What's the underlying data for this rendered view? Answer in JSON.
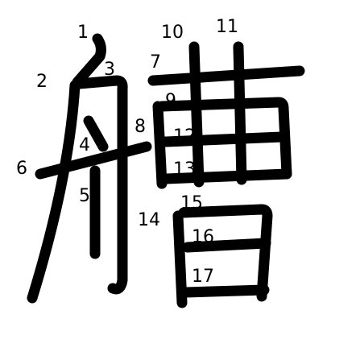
{
  "character": {
    "glyph": "艚",
    "stroke_numbers": [
      "1",
      "2",
      "3",
      "4",
      "5",
      "6",
      "7",
      "8",
      "9",
      "10",
      "11",
      "12",
      "13",
      "14",
      "15",
      "16",
      "17"
    ]
  },
  "colors": {
    "background": "#ffffff",
    "ink": "#000000"
  }
}
